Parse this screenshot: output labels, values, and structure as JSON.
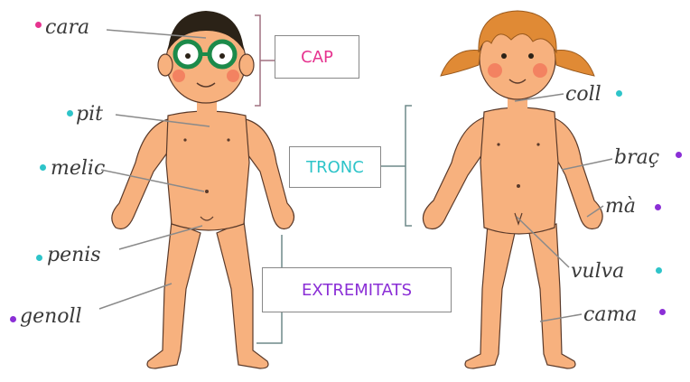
{
  "colors": {
    "skin": "#f7b17e",
    "skin_shade": "#e8925f",
    "outline": "#5a3a2a",
    "boy_hair": "#2b2217",
    "girl_hair": "#e08a35",
    "glasses": "#1c8a4a",
    "cheek": "#f0624f",
    "leader": "#8a8a8a",
    "bracket_cap": "#a07080",
    "bracket_other": "#6f8a8a",
    "cap": "#e6338f",
    "tronc": "#2ec4c9",
    "extremitats": "#8b2fd6"
  },
  "categories": {
    "cap": "CAP",
    "tronc": "TRONC",
    "extremitats": "EXTREMITATS"
  },
  "labels": [
    {
      "id": "cara",
      "text": "cara",
      "group": "cap"
    },
    {
      "id": "pit",
      "text": "pit",
      "group": "tronc"
    },
    {
      "id": "melic",
      "text": "melic",
      "group": "tronc"
    },
    {
      "id": "penis",
      "text": "penis",
      "group": "tronc"
    },
    {
      "id": "genoll",
      "text": "genoll",
      "group": "extremitats"
    },
    {
      "id": "coll",
      "text": "coll",
      "group": "tronc"
    },
    {
      "id": "brac",
      "text": "braç",
      "group": "extremitats"
    },
    {
      "id": "ma",
      "text": "mà",
      "group": "extremitats"
    },
    {
      "id": "vulva",
      "text": "vulva",
      "group": "tronc"
    },
    {
      "id": "cama",
      "text": "cama",
      "group": "extremitats"
    }
  ]
}
